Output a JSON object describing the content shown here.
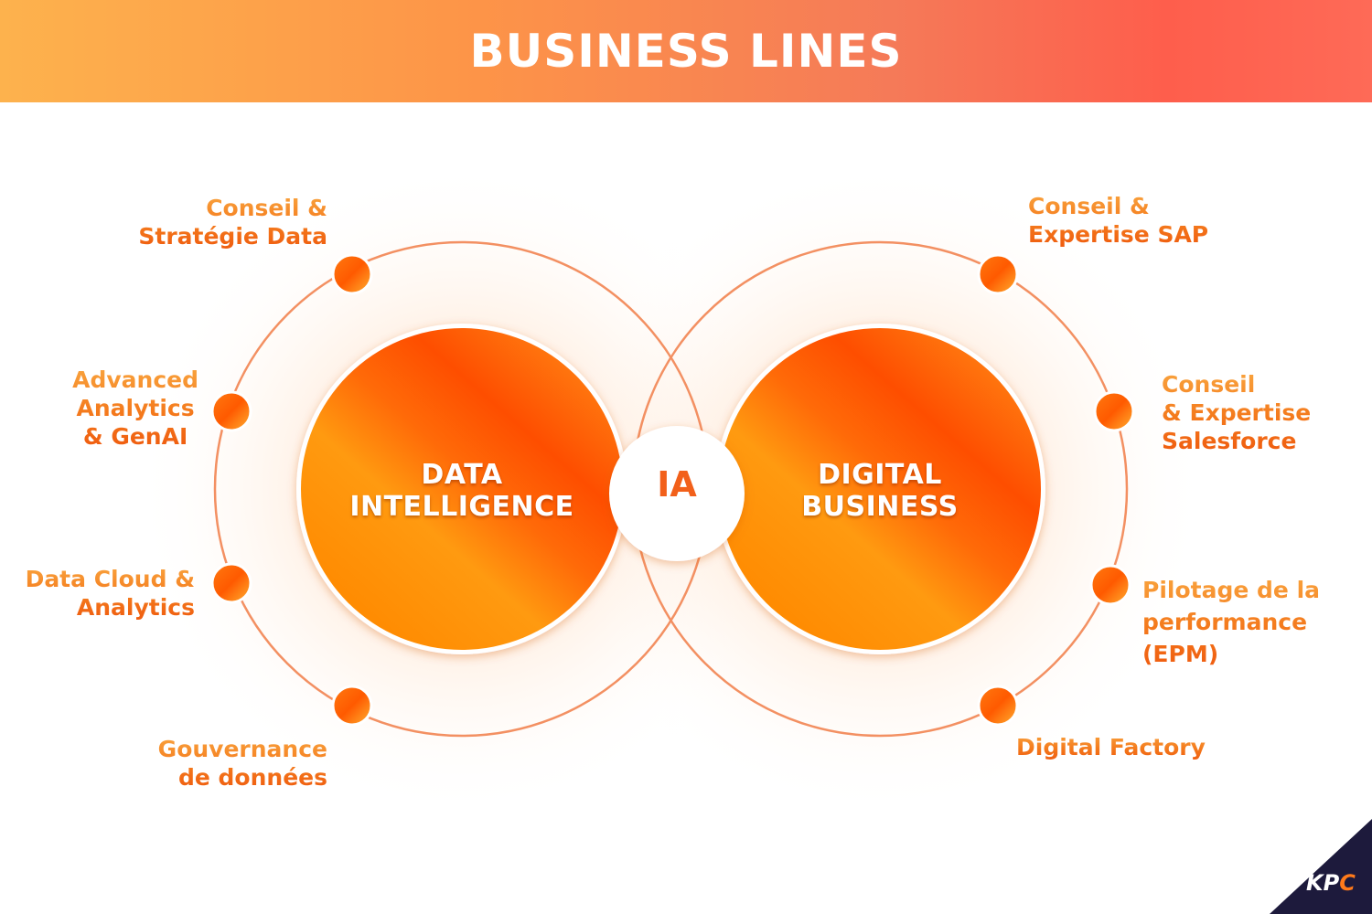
{
  "header": {
    "title": "BUSINESS LINES"
  },
  "left_circle": {
    "line1": "DATA",
    "line2": "INTELLIGENCE"
  },
  "right_circle": {
    "line1": "DIGITAL",
    "line2": "BUSINESS"
  },
  "center": {
    "label": "IA"
  },
  "left_items": [
    {
      "line1": "Conseil &",
      "line2": "Stratégie Data"
    },
    {
      "line1": "Advanced",
      "line2": "Analytics",
      "line3": "& GenAI"
    },
    {
      "line1": "Data Cloud &",
      "line2": "Analytics"
    },
    {
      "line1": "Gouvernance",
      "line2": "de données"
    }
  ],
  "right_items": [
    {
      "line1": "Conseil &",
      "line2": "Expertise SAP"
    },
    {
      "line1": "Conseil",
      "line2": "& Expertise",
      "line3": "Salesforce"
    },
    {
      "line1": "Pilotage de la",
      "line2": "performance",
      "line3": "(EPM)"
    },
    {
      "line1": "Digital Factory"
    }
  ],
  "logo": {
    "text_main": "KP",
    "text_accent": "C"
  },
  "colors": {
    "accent": "#ff6a00",
    "header_start": "#fdb24d",
    "header_end": "#fe5e4c",
    "label_top": "#f9a43e",
    "label_bottom": "#ef5a0e",
    "ring": "#f08a5a",
    "dark_corner": "#1d1a3c"
  }
}
